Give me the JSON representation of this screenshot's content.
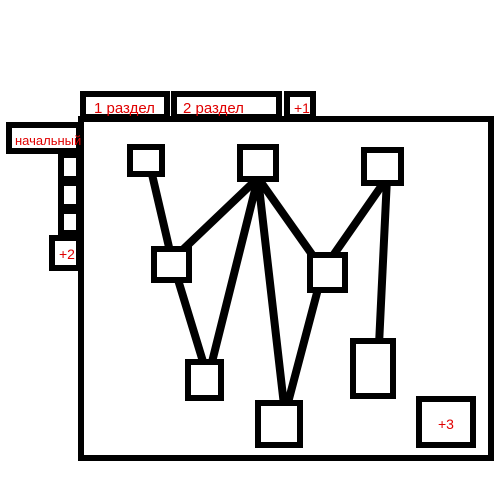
{
  "tabs": [
    {
      "label": "1 раздел"
    },
    {
      "label": "2 раздел"
    }
  ],
  "tab_add_label": "+1",
  "sidebar": {
    "initial_label": "начальный",
    "add_label": "+2"
  },
  "canvas": {
    "add_label": "+3"
  },
  "colors": {
    "outline": "#000000",
    "text": "#e00000",
    "background": "#ffffff"
  },
  "graph": {
    "nodes": [
      "n1",
      "n2",
      "n3",
      "n4",
      "n5",
      "n6",
      "n7",
      "n8",
      "n9"
    ],
    "edges": [
      [
        "n1",
        "n4"
      ],
      [
        "n4",
        "n6"
      ],
      [
        "n6",
        "n2"
      ],
      [
        "n2",
        "n4"
      ],
      [
        "n2",
        "n8"
      ],
      [
        "n2",
        "n5"
      ],
      [
        "n5",
        "n3"
      ],
      [
        "n5",
        "n8"
      ],
      [
        "n3",
        "n7"
      ]
    ]
  }
}
